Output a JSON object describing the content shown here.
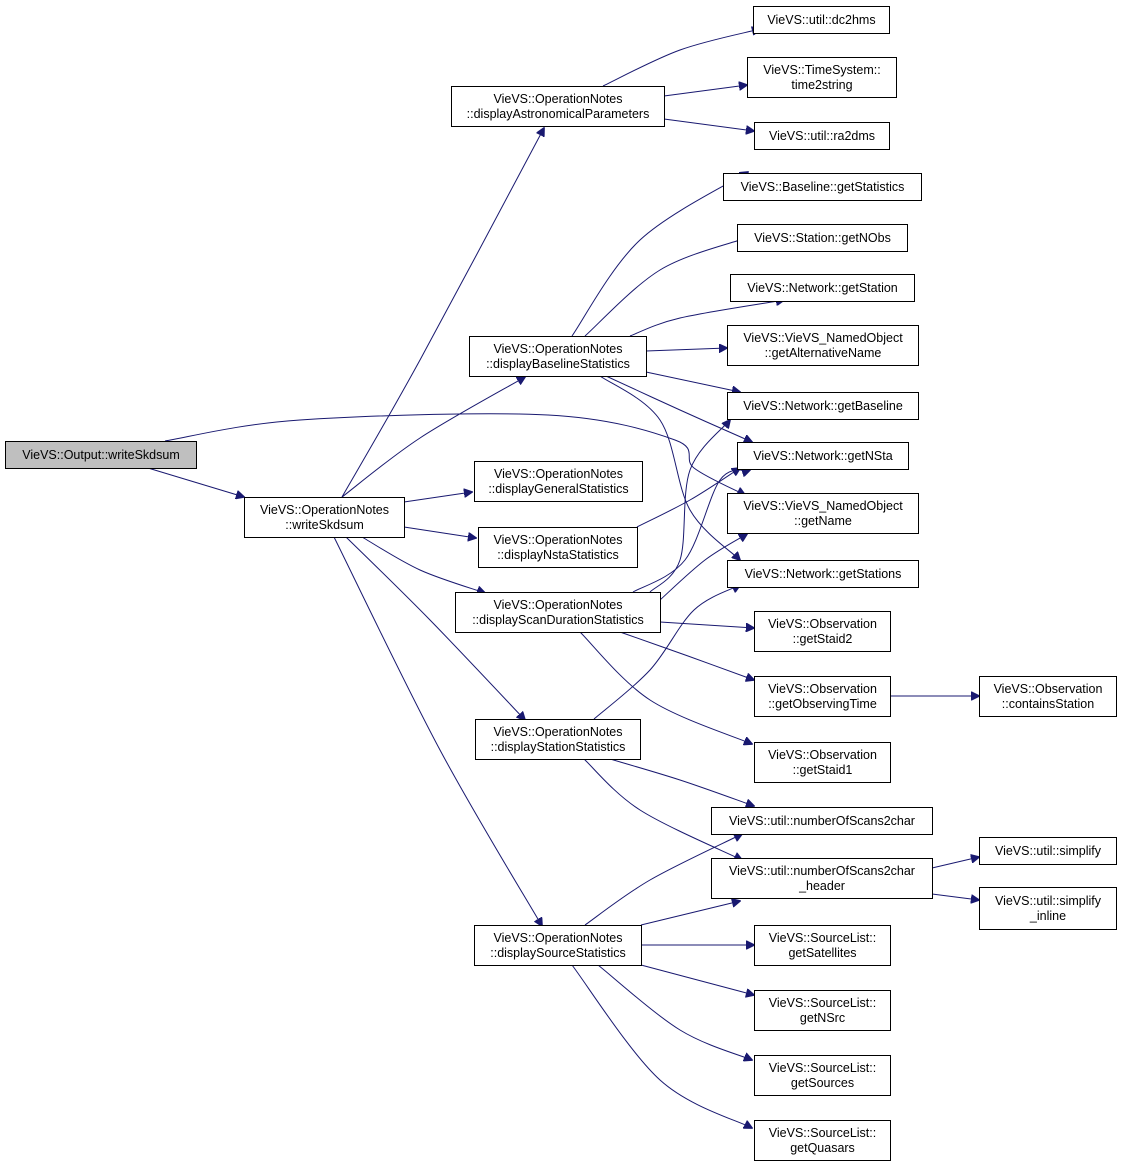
{
  "graph": {
    "kind": "call-graph",
    "colors": {
      "edge": "#191970",
      "root_fill": "#bfbfbf",
      "node_fill": "#ffffff",
      "node_border": "#000000"
    },
    "nodes": [
      {
        "id": "output_writeSkdsum",
        "lines": [
          "VieVS::Output::writeSkdsum"
        ],
        "highlighted": true
      },
      {
        "id": "opnotes_writeSkdsum",
        "lines": [
          "VieVS::OperationNotes",
          "::writeSkdsum"
        ]
      },
      {
        "id": "displayAstronomicalParameters",
        "lines": [
          "VieVS::OperationNotes",
          "::displayAstronomicalParameters"
        ]
      },
      {
        "id": "displayBaselineStatistics",
        "lines": [
          "VieVS::OperationNotes",
          "::displayBaselineStatistics"
        ]
      },
      {
        "id": "displayGeneralStatistics",
        "lines": [
          "VieVS::OperationNotes",
          "::displayGeneralStatistics"
        ]
      },
      {
        "id": "displayNstaStatistics",
        "lines": [
          "VieVS::OperationNotes",
          "::displayNstaStatistics"
        ]
      },
      {
        "id": "displayScanDurationStatistics",
        "lines": [
          "VieVS::OperationNotes",
          "::displayScanDurationStatistics"
        ]
      },
      {
        "id": "displayStationStatistics",
        "lines": [
          "VieVS::OperationNotes",
          "::displayStationStatistics"
        ]
      },
      {
        "id": "displaySourceStatistics",
        "lines": [
          "VieVS::OperationNotes",
          "::displaySourceStatistics"
        ]
      },
      {
        "id": "dc2hms",
        "lines": [
          "VieVS::util::dc2hms"
        ]
      },
      {
        "id": "time2string",
        "lines": [
          "VieVS::TimeSystem::",
          "time2string"
        ]
      },
      {
        "id": "ra2dms",
        "lines": [
          "VieVS::util::ra2dms"
        ]
      },
      {
        "id": "baseline_getStatistics",
        "lines": [
          "VieVS::Baseline::getStatistics"
        ]
      },
      {
        "id": "station_getNObs",
        "lines": [
          "VieVS::Station::getNObs"
        ]
      },
      {
        "id": "network_getStation",
        "lines": [
          "VieVS::Network::getStation"
        ]
      },
      {
        "id": "getAlternativeName",
        "lines": [
          "VieVS::VieVS_NamedObject",
          "::getAlternativeName"
        ]
      },
      {
        "id": "network_getBaseline",
        "lines": [
          "VieVS::Network::getBaseline"
        ]
      },
      {
        "id": "network_getNSta",
        "lines": [
          "VieVS::Network::getNSta"
        ]
      },
      {
        "id": "namedobject_getName",
        "lines": [
          "VieVS::VieVS_NamedObject",
          "::getName"
        ]
      },
      {
        "id": "network_getStations",
        "lines": [
          "VieVS::Network::getStations"
        ]
      },
      {
        "id": "obs_getStaid2",
        "lines": [
          "VieVS::Observation",
          "::getStaid2"
        ]
      },
      {
        "id": "obs_getObservingTime",
        "lines": [
          "VieVS::Observation",
          "::getObservingTime"
        ]
      },
      {
        "id": "obs_containsStation",
        "lines": [
          "VieVS::Observation",
          "::containsStation"
        ]
      },
      {
        "id": "obs_getStaid1",
        "lines": [
          "VieVS::Observation",
          "::getStaid1"
        ]
      },
      {
        "id": "numberOfScans2char",
        "lines": [
          "VieVS::util::numberOfScans2char"
        ]
      },
      {
        "id": "numberOfScans2char_header",
        "lines": [
          "VieVS::util::numberOfScans2char",
          "_header"
        ]
      },
      {
        "id": "util_simplify",
        "lines": [
          "VieVS::util::simplify"
        ]
      },
      {
        "id": "util_simplify_inline",
        "lines": [
          "VieVS::util::simplify",
          "_inline"
        ]
      },
      {
        "id": "getSatellites",
        "lines": [
          "VieVS::SourceList::",
          "getSatellites"
        ]
      },
      {
        "id": "getNSrc",
        "lines": [
          "VieVS::SourceList::",
          "getNSrc"
        ]
      },
      {
        "id": "getSources",
        "lines": [
          "VieVS::SourceList::",
          "getSources"
        ]
      },
      {
        "id": "getQuasars",
        "lines": [
          "VieVS::SourceList::",
          "getQuasars"
        ]
      }
    ],
    "edges": [
      [
        "output_writeSkdsum",
        "opnotes_writeSkdsum"
      ],
      [
        "output_writeSkdsum",
        "namedobject_getName"
      ],
      [
        "opnotes_writeSkdsum",
        "displayAstronomicalParameters"
      ],
      [
        "opnotes_writeSkdsum",
        "displayBaselineStatistics"
      ],
      [
        "opnotes_writeSkdsum",
        "displayGeneralStatistics"
      ],
      [
        "opnotes_writeSkdsum",
        "displayNstaStatistics"
      ],
      [
        "opnotes_writeSkdsum",
        "displayScanDurationStatistics"
      ],
      [
        "opnotes_writeSkdsum",
        "displayStationStatistics"
      ],
      [
        "opnotes_writeSkdsum",
        "displaySourceStatistics"
      ],
      [
        "displayAstronomicalParameters",
        "dc2hms"
      ],
      [
        "displayAstronomicalParameters",
        "time2string"
      ],
      [
        "displayAstronomicalParameters",
        "ra2dms"
      ],
      [
        "displayBaselineStatistics",
        "baseline_getStatistics"
      ],
      [
        "displayBaselineStatistics",
        "station_getNObs"
      ],
      [
        "displayBaselineStatistics",
        "network_getStation"
      ],
      [
        "displayBaselineStatistics",
        "getAlternativeName"
      ],
      [
        "displayBaselineStatistics",
        "network_getBaseline"
      ],
      [
        "displayBaselineStatistics",
        "network_getNSta"
      ],
      [
        "displayBaselineStatistics",
        "network_getStations"
      ],
      [
        "displayNstaStatistics",
        "network_getNSta"
      ],
      [
        "displayScanDurationStatistics",
        "network_getBaseline"
      ],
      [
        "displayScanDurationStatistics",
        "network_getNSta"
      ],
      [
        "displayScanDurationStatistics",
        "namedobject_getName"
      ],
      [
        "displayScanDurationStatistics",
        "obs_getStaid2"
      ],
      [
        "displayScanDurationStatistics",
        "obs_getObservingTime"
      ],
      [
        "displayScanDurationStatistics",
        "obs_getStaid1"
      ],
      [
        "obs_getObservingTime",
        "obs_containsStation"
      ],
      [
        "displayStationStatistics",
        "network_getStations"
      ],
      [
        "displayStationStatistics",
        "numberOfScans2char"
      ],
      [
        "displayStationStatistics",
        "numberOfScans2char_header"
      ],
      [
        "displaySourceStatistics",
        "numberOfScans2char"
      ],
      [
        "displaySourceStatistics",
        "numberOfScans2char_header"
      ],
      [
        "displaySourceStatistics",
        "getSatellites"
      ],
      [
        "displaySourceStatistics",
        "getNSrc"
      ],
      [
        "displaySourceStatistics",
        "getSources"
      ],
      [
        "displaySourceStatistics",
        "getQuasars"
      ],
      [
        "numberOfScans2char_header",
        "util_simplify"
      ],
      [
        "numberOfScans2char_header",
        "util_simplify_inline"
      ]
    ]
  }
}
